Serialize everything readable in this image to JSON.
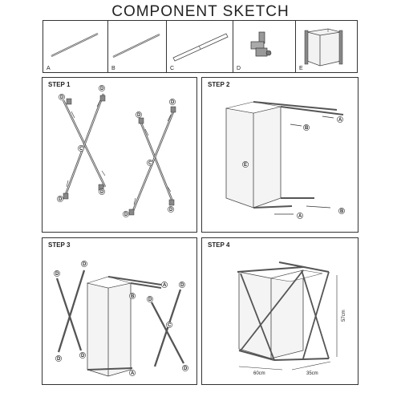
{
  "title": "COMPONENT SKETCH",
  "components": [
    {
      "letter": "A",
      "icon": "rod-icon"
    },
    {
      "letter": "B",
      "icon": "rod-icon"
    },
    {
      "letter": "C",
      "icon": "tube-icon"
    },
    {
      "letter": "D",
      "icon": "connector-icon"
    },
    {
      "letter": "E",
      "icon": "fabric-bag-icon"
    }
  ],
  "steps": [
    {
      "label": "STEP 1"
    },
    {
      "label": "STEP 2"
    },
    {
      "label": "STEP 3"
    },
    {
      "label": "STEP 4"
    }
  ],
  "markers": {
    "a": "A",
    "b": "B",
    "c": "C",
    "d": "D",
    "e": "E"
  },
  "dimensions": {
    "width": "60cm",
    "depth": "35cm",
    "height": "57cm"
  }
}
